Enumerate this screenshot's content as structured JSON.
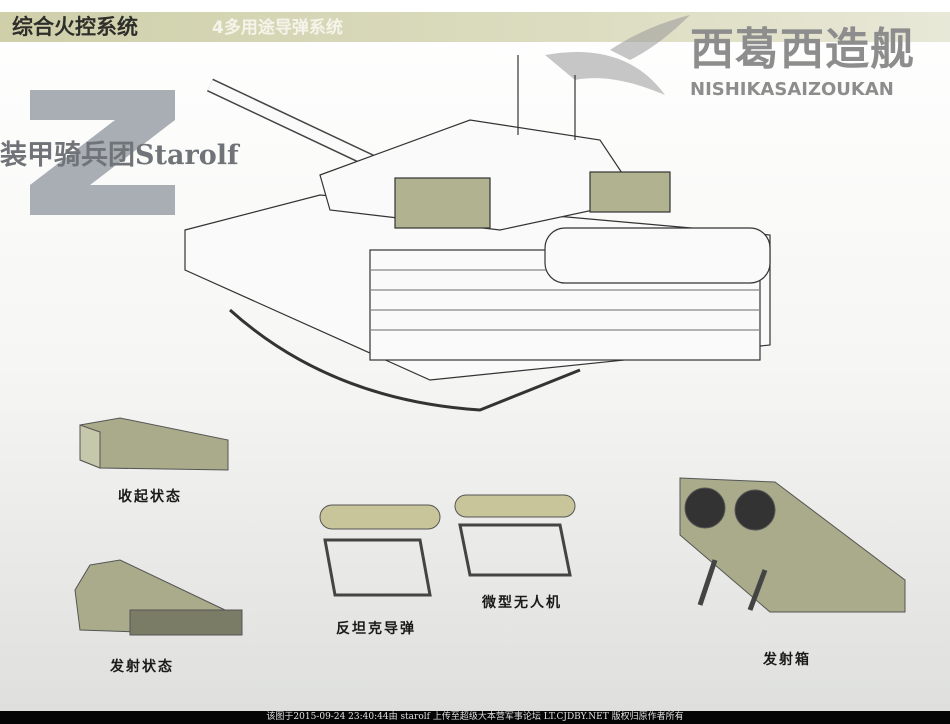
{
  "header": {
    "title": "综合火控系统",
    "subtitle": "4多用途导弹系统"
  },
  "logo": {
    "name_cn": "西葛西造舰",
    "name_en": "NISHIKASAIZOUKAN"
  },
  "watermark": {
    "text": "装甲骑兵团Starolf",
    "letter": "Z"
  },
  "labels": {
    "stowed": "收起状态",
    "launch_state": "发射状态",
    "atgm": "反坦克导弹",
    "micro_uav": "微型无人机",
    "launch_box": "发射箱"
  },
  "colors": {
    "header_bar": "#cfd0aa",
    "launcher": "#a9ab8a",
    "footer": "#050505"
  },
  "footer": {
    "text": "该图于2015-09-24 23:40:44由 starolf 上传至超级大本营军事论坛 LT.CJDBY.NET 版权归原作者所有"
  }
}
